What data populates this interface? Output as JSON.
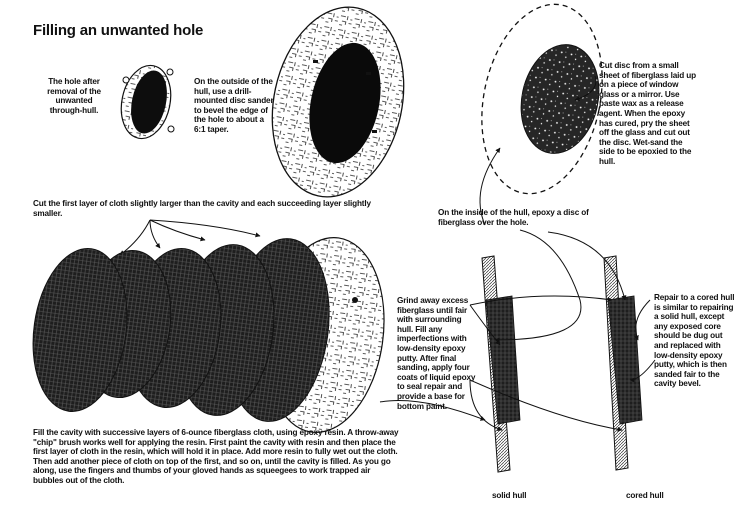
{
  "title": "Filling an unwanted hole",
  "captions": {
    "hole_after_removal": "The hole after removal of the unwanted through-hull.",
    "outside_hull": "On the outside of the hull, use a drill-mounted disc sander to bevel the edge of the hole to about a 6:1 taper.",
    "cut_disc": "Cut disc from a small sheet of fiberglass laid up on a piece of window glass or a mirror. Use paste wax as a release agent. When the epoxy has cured, pry the sheet off the glass and cut out the disc. Wet-sand the side to be epoxied to the hull.",
    "cut_layers": "Cut the first layer of cloth slightly larger than the cavity and each succeeding layer slightly smaller.",
    "inside_hull": "On the inside of the hull, epoxy a disc of fiberglass over the hole.",
    "grind_away": "Grind away excess fiberglass until fair with surrounding hull. Fill any imperfections with low-density epoxy putty. After final sanding, apply four coats of liquid epoxy to seal repair and provide a base for bottom paint.",
    "cored_hull_repair": "Repair to a cored hull is similar to repairing a solid hull, except any exposed core should be dug out and replaced with low-density epoxy putty, which is then sanded fair to the cavity bevel.",
    "fill_cavity": "Fill the cavity with successive layers of 6-ounce fiberglass cloth, using epoxy resin. A throw-away \"chip\" brush works well for applying the resin. First paint the cavity with resin and then place the first layer of cloth in the resin, which will hold it in place. Add more resin to fully wet out the cloth. Then add another piece of cloth on top of the first, and so on, until the cavity is filled. As you go along, use the fingers and thumbs of your gloved hands as squeegees to work trapped air bubbles out of the cloth.",
    "solid_hull": "solid hull",
    "cored_hull": "cored hull"
  },
  "colors": {
    "ink": "#111111",
    "dark": "#1a1a1a",
    "paper": "#ffffff"
  }
}
